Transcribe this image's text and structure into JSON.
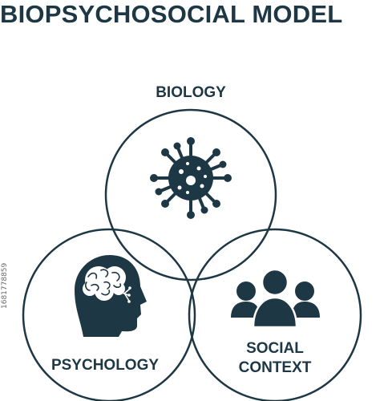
{
  "title": "BIOPSYCHOSOCIAL MODEL",
  "circles": {
    "biology": {
      "label": "BIOLOGY",
      "icon": "virus-icon"
    },
    "psychology": {
      "label": "PSYCHOLOGY",
      "icon": "head-brain-icon"
    },
    "social": {
      "label_line1": "SOCIAL",
      "label_line2": "CONTEXT",
      "icon": "group-people-icon"
    }
  },
  "side_id": "1681778859",
  "colors": {
    "ink": "#1e3745",
    "background": "#ffffff"
  }
}
